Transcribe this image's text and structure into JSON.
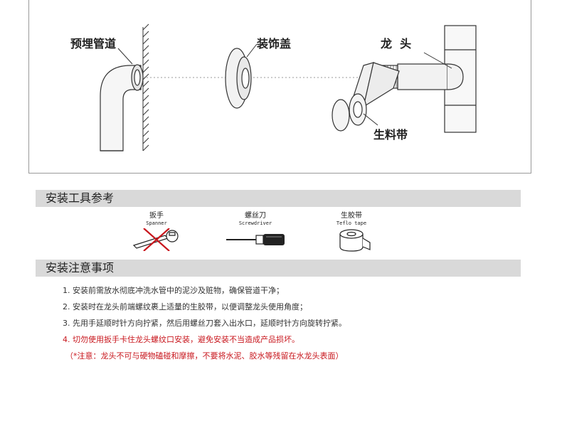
{
  "diagram": {
    "labels": {
      "preburied_pipe": "预埋管道",
      "decorative_cover": "装饰盖",
      "faucet": "龙  头",
      "ptfe_tape": "生料带"
    }
  },
  "tools_section": {
    "title": "安装工具参考",
    "tools": [
      {
        "name": "扳手",
        "subtitle": "Spanner"
      },
      {
        "name": "螺丝刀",
        "subtitle": "Screwdriver"
      },
      {
        "name": "生胶带",
        "subtitle": "Teflo tape"
      }
    ]
  },
  "notes_section": {
    "title": "安装注意事项",
    "items": [
      "1. 安装前需放水彻底冲洗水管中的泥沙及赃物，确保管道干净；",
      "2. 安装时在龙头前端螺纹裹上适量的生胶带，以便调整龙头使用角度；",
      "3. 先用手延顺时针方向拧紧，然后用螺丝刀套入出水口，延顺时针方向旋转拧紧。",
      "4. 切勿使用扳手卡住龙头螺纹口安装，避免安装不当造成产品损坏。",
      "（*注意：龙头不可与硬物磕碰和摩擦，不要将水泥、胶水等残留在水龙头表面）"
    ]
  },
  "colors": {
    "warning_red": "#c8161d",
    "bar_gray": "#d9d9d9",
    "line_gray": "#9a9a9a"
  }
}
